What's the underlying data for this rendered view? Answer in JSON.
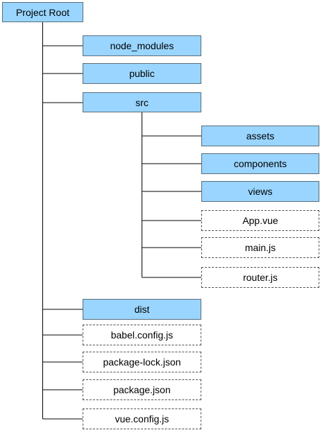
{
  "tree": {
    "root": {
      "label": "Project Root",
      "kind": "folder"
    },
    "top_level": [
      {
        "label": "node_modules",
        "kind": "folder"
      },
      {
        "label": "public",
        "kind": "folder"
      },
      {
        "label": "src",
        "kind": "folder"
      },
      {
        "label": "dist",
        "kind": "folder"
      },
      {
        "label": "babel.config.js",
        "kind": "file"
      },
      {
        "label": "package-lock.json",
        "kind": "file"
      },
      {
        "label": "package.json",
        "kind": "file"
      },
      {
        "label": "vue.config.js",
        "kind": "file"
      }
    ],
    "src_children": [
      {
        "label": "assets",
        "kind": "folder"
      },
      {
        "label": "components",
        "kind": "folder"
      },
      {
        "label": "views",
        "kind": "folder"
      },
      {
        "label": "App.vue",
        "kind": "file"
      },
      {
        "label": "main.js",
        "kind": "file"
      },
      {
        "label": "router.js",
        "kind": "file"
      }
    ]
  },
  "colors": {
    "folder_fill": "#99d5ff",
    "folder_border": "#5a6c7a",
    "file_fill": "#ffffff",
    "file_border": "#4d4d4d",
    "connector": "#000000"
  }
}
